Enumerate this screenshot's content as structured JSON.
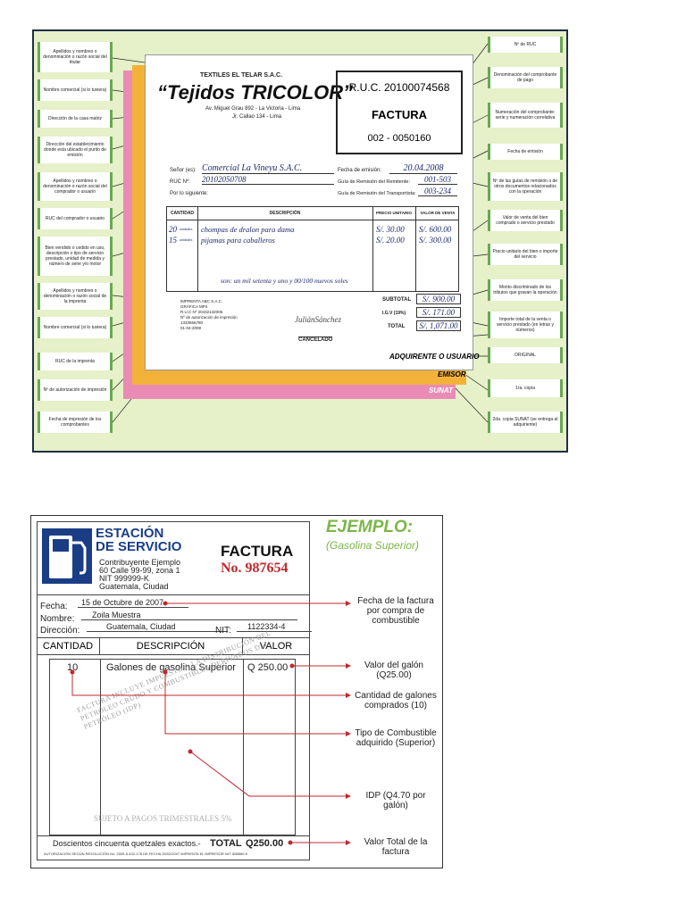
{
  "fig1": {
    "left_labels": [
      "Apellidos y nombres o denominación o razón social del titular",
      "Nombre comercial (si lo tuviera)",
      "Dirección de la casa matriz",
      "Dirección del establecimiento donde esta ubicado el punto de emisión",
      "Apellidos y nombres o denominación o razón social del comprador o usuario",
      "RUC del comprador o usuario",
      "Bien vendido o cedido en uso, descripción o tipo de servicio prestado, unidad de medida y número de serie y/o motor",
      "Apellidos y nombres o denominación o razón social de la imprenta",
      "Nombre comercial (si lo tuviera)",
      "RUC de la imprenta",
      "Nº de autorización de impresión",
      "Fecha de impresión de los comprobantes"
    ],
    "right_labels": [
      "Nº de RUC",
      "Denominación del comprobante de pago",
      "Numeración del comprobante: serie y numeración correlativa",
      "Fecha de emisión",
      "Nº de las guías de remisión o de otros documentos relacionados con la operación",
      "Valor de venta del bien comprado o servicio prestado",
      "Precio unitario del bien o importe del servicio",
      "Monto discriminado de los tributos que gravan la operación",
      "Importe total de la venta o servicio prestado (en letras y números)",
      "ORIGINAL",
      "1ra. copia",
      "2da. copia SUNAT (se entrega al adquiriente)"
    ],
    "company_legal": "TEXTILES EL TELAR S.A.C.",
    "brand": "“Tejidos TRICOLOR”",
    "address1": "Av. Miguel Grau 892 - La Victoria - Lima",
    "address2": "Jr. Callao 134 - Lima",
    "ruc": "R.U.C. 20100074568",
    "doc_type": "FACTURA",
    "doc_number": "002 - 0050160",
    "senor_label": "Señor (es):",
    "senor_value": "Comercial La Vineyu S.A.C.",
    "ruc_label": "RUC Nº:",
    "ruc_value": "20102050708",
    "siguiente_label": "Por lo siguiente:",
    "fecha_label": "Fecha de emisión:",
    "fecha_value": "20.04.2008",
    "guia_rem_label": "Guía de Remisión del Remitente:",
    "guia_rem_value": "001-503",
    "guia_trans_label": "Guía de Remisión del Transportista:",
    "guia_trans_value": "003-234",
    "headers": [
      "CANTIDAD",
      "DESCRIPCIÓN",
      "PRECIO UNITARIO",
      "VALOR DE VENTA"
    ],
    "rows": [
      {
        "qty": "20",
        "unit": "unidades",
        "desc": "chompas de dralon para dama",
        "price": "S/. 30.00",
        "value": "S/. 600.00"
      },
      {
        "qty": "15",
        "unit": "unidades",
        "desc": "pijamas para caballeros",
        "price": "S/. 20.00",
        "value": "S/. 300.00"
      }
    ],
    "son": "son: un mil setenta y uno y 00/100 nuevos soles",
    "subtotal_label": "SUBTOTAL",
    "subtotal_value": "S/. 900.00",
    "igv_label": "I.G.V (19%)",
    "igv_value": "S/. 171.00",
    "total_label": "TOTAL",
    "total_value": "S/. 1,071.00",
    "printer_lines": [
      "IMPRENTA ABC S.A.C.",
      "GRÁFICA MP4",
      "R.U.C Nº 20432132005",
      "Nº de autorización de impresión",
      "1333566780",
      "01-04-2008"
    ],
    "cancelado": "CANCELADO",
    "signature": "JuliánSánchez",
    "adquirente": "ADQUIRENTE O USUARIO",
    "emisor": "EMISOR",
    "sunat": "SUNAT"
  },
  "fig2": {
    "station_line1": "ESTACIÓN",
    "station_line2": "DE SERVICIO",
    "contrib": [
      "Contribuyente Ejemplo",
      "60 Calle 99-99, zona 1",
      "NIT 999999-K",
      "Guatemala, Ciudad"
    ],
    "factura": "FACTURA",
    "number": "No. 987654",
    "ejemplo": "EJEMPLO:",
    "ejemplo_sub": "(Gasolina Superior)",
    "fecha_label": "Fecha:",
    "fecha_value": "15 de Octubre de 2007",
    "nombre_label": "Nombre:",
    "nombre_value": "Zoila Muestra",
    "direccion_label": "Dirección:",
    "direccion_value": "Guatemala, Ciudad",
    "nit_label": "NIT:",
    "nit_value": "1122334-4",
    "headers": [
      "CANTIDAD",
      "DESCRIPCIÓN",
      "VALOR"
    ],
    "qty": "10",
    "desc": "Galones de gasolina Superior",
    "value": "Q 250.00",
    "stamp": "FACTURA INCLUYE IMPUESTO A LA DISTRIBUCIÓN DEL PETRÓLEO CRUDO Y COMBUSTIBLES DERIVADOS DEL PETRÓLEO (IDP)",
    "trimestral": "SUJETO A PAGOS TRIMESTRALES 5%",
    "total_words": "Doscientos cincuenta quetzales exactos.-",
    "total_label": "TOTAL",
    "total_value": "Q250.00",
    "footer": "AUTORIZACIÓN SEGÚN RESOLUCIÓN No. 2005-5-432-178 DE FECHA 29/02/2007 IMPRENTA EL IMPRESOR NIT: 858689-K",
    "notes": [
      "Fecha de la factura por compra de combustible",
      "Valor del galón (Q25.00)",
      "Cantidad de galones comprados (10)",
      "Tipo de Combustible adquirido (Superior)",
      "IDP (Q4.70 por galón)",
      "Valor Total de la factura"
    ]
  }
}
